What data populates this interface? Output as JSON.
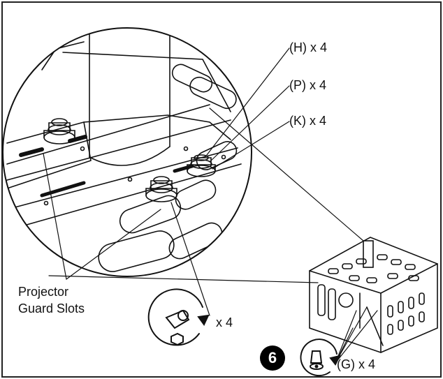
{
  "labels": {
    "hex_nut": "(H) x 4",
    "washer": "(P) x 4",
    "lock_washer": "(K) x 4",
    "slots_line1": "Projector",
    "slots_line2": "Guard Slots",
    "wrench_qty": "x 4",
    "bolt": "(G) x 4"
  },
  "step": {
    "number": "6"
  },
  "icons": {
    "wrench": "wrench-tighten-icon",
    "screwdriver": "screwdriver-tighten-icon"
  },
  "colors": {
    "line": "#111111",
    "background": "#ffffff"
  }
}
